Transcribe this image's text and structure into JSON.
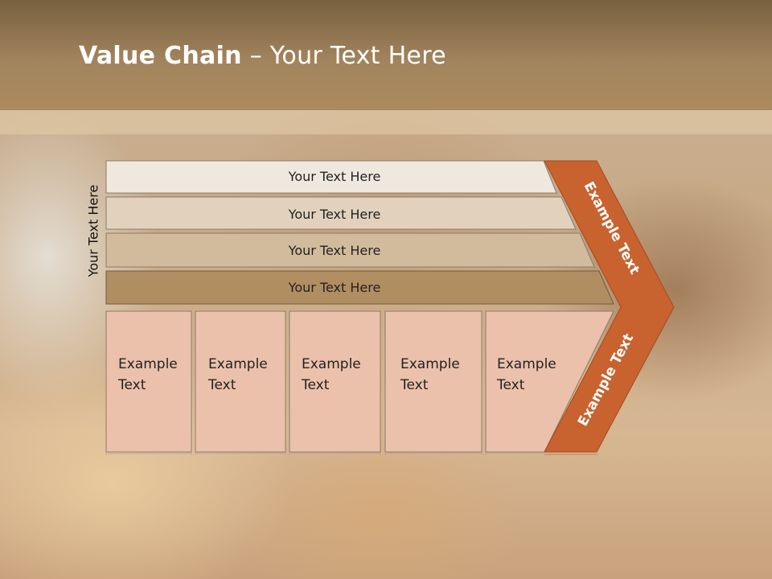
{
  "title": {
    "bold": "Value Chain",
    "rest": " – Your Text Here"
  },
  "side_label": "Your Text Here",
  "bars": [
    {
      "label": "Your Text Here",
      "fill": "#efe8df"
    },
    {
      "label": "Your Text Here",
      "fill": "#e2d2bd"
    },
    {
      "label": "Your Text Here",
      "fill": "#d2bb9c"
    },
    {
      "label": "Your Text Here",
      "fill": "#b18d62"
    }
  ],
  "boxes": [
    {
      "line1": "Example",
      "line2": "Text"
    },
    {
      "line1": "Example",
      "line2": "Text"
    },
    {
      "line1": "Example",
      "line2": "Text"
    },
    {
      "line1": "Example",
      "line2": "Text"
    },
    {
      "line1": "Example",
      "line2": "Text"
    }
  ],
  "chevron": {
    "upper_text": "Example Text",
    "lower_text": "Example Text",
    "fill": "#c8622f"
  },
  "colors": {
    "title_bar": "#a2845d",
    "box_fill": "#ebc1ab",
    "text_dark": "#222222"
  }
}
